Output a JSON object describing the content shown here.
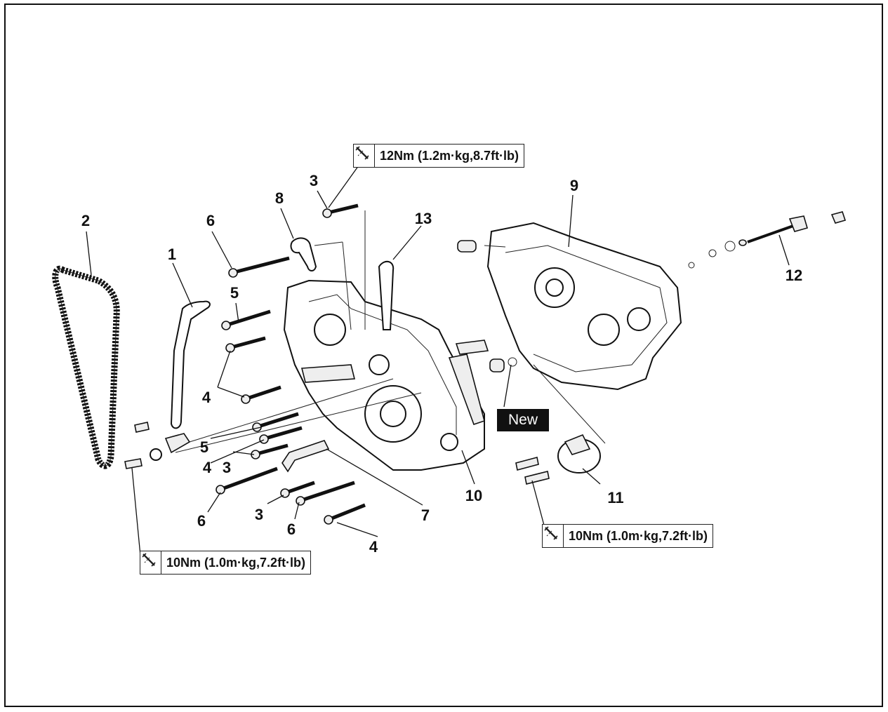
{
  "callouts": {
    "c1": "1",
    "c2": "2",
    "c3a": "3",
    "c3b": "3",
    "c3c": "3",
    "c4a": "4",
    "c4b": "4",
    "c4c": "4",
    "c5a": "5",
    "c5b": "5",
    "c6a": "6",
    "c6b": "6",
    "c6c": "6",
    "c7": "7",
    "c8": "8",
    "c9": "9",
    "c10": "10",
    "c11": "11",
    "c12": "12",
    "c13": "13"
  },
  "torque_specs": {
    "top": "12Nm (1.2m·kg,8.7ft·lb)",
    "bottom_left": "10Nm (1.0m·kg,7.2ft·lb)",
    "bottom_right": "10Nm (1.0m·kg,7.2ft·lb)"
  },
  "new_tag": "New",
  "icons": {
    "torque": "torque-wrench-icon"
  }
}
